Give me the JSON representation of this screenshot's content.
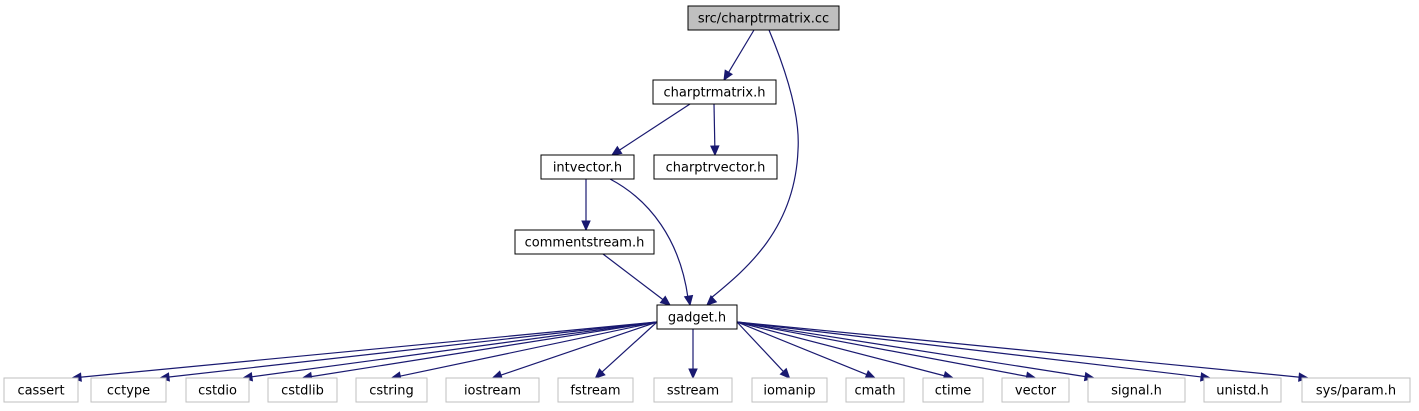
{
  "graph": {
    "root": {
      "id": "root",
      "label": "src/charptrmatrix.cc"
    },
    "headers": [
      {
        "id": "charptrmatrix",
        "label": "charptrmatrix.h"
      },
      {
        "id": "intvector",
        "label": "intvector.h"
      },
      {
        "id": "charptrvector",
        "label": "charptrvector.h"
      },
      {
        "id": "commentstream",
        "label": "commentstream.h"
      },
      {
        "id": "gadget",
        "label": "gadget.h"
      }
    ],
    "system_headers": [
      {
        "id": "cassert",
        "label": "cassert"
      },
      {
        "id": "cctype",
        "label": "cctype"
      },
      {
        "id": "cstdio",
        "label": "cstdio"
      },
      {
        "id": "cstdlib",
        "label": "cstdlib"
      },
      {
        "id": "cstring",
        "label": "cstring"
      },
      {
        "id": "iostream",
        "label": "iostream"
      },
      {
        "id": "fstream",
        "label": "fstream"
      },
      {
        "id": "sstream",
        "label": "sstream"
      },
      {
        "id": "iomanip",
        "label": "iomanip"
      },
      {
        "id": "cmath",
        "label": "cmath"
      },
      {
        "id": "ctime",
        "label": "ctime"
      },
      {
        "id": "vector",
        "label": "vector"
      },
      {
        "id": "signal",
        "label": "signal.h"
      },
      {
        "id": "unistd",
        "label": "unistd.h"
      },
      {
        "id": "sysparam",
        "label": "sys/param.h"
      }
    ],
    "edges": [
      [
        "root",
        "charptrmatrix"
      ],
      [
        "root",
        "gadget"
      ],
      [
        "charptrmatrix",
        "intvector"
      ],
      [
        "charptrmatrix",
        "charptrvector"
      ],
      [
        "intvector",
        "commentstream"
      ],
      [
        "intvector",
        "gadget"
      ],
      [
        "commentstream",
        "gadget"
      ],
      [
        "gadget",
        "cassert"
      ],
      [
        "gadget",
        "cctype"
      ],
      [
        "gadget",
        "cstdio"
      ],
      [
        "gadget",
        "cstdlib"
      ],
      [
        "gadget",
        "cstring"
      ],
      [
        "gadget",
        "iostream"
      ],
      [
        "gadget",
        "fstream"
      ],
      [
        "gadget",
        "sstream"
      ],
      [
        "gadget",
        "iomanip"
      ],
      [
        "gadget",
        "cmath"
      ],
      [
        "gadget",
        "ctime"
      ],
      [
        "gadget",
        "vector"
      ],
      [
        "gadget",
        "signal"
      ],
      [
        "gadget",
        "unistd"
      ],
      [
        "gadget",
        "sysparam"
      ]
    ],
    "colors": {
      "edge": "#191970",
      "root_fill": "#bfbfbf",
      "node_border": "#000000",
      "system_border": "#bfbfbf",
      "text": "#000000"
    }
  }
}
